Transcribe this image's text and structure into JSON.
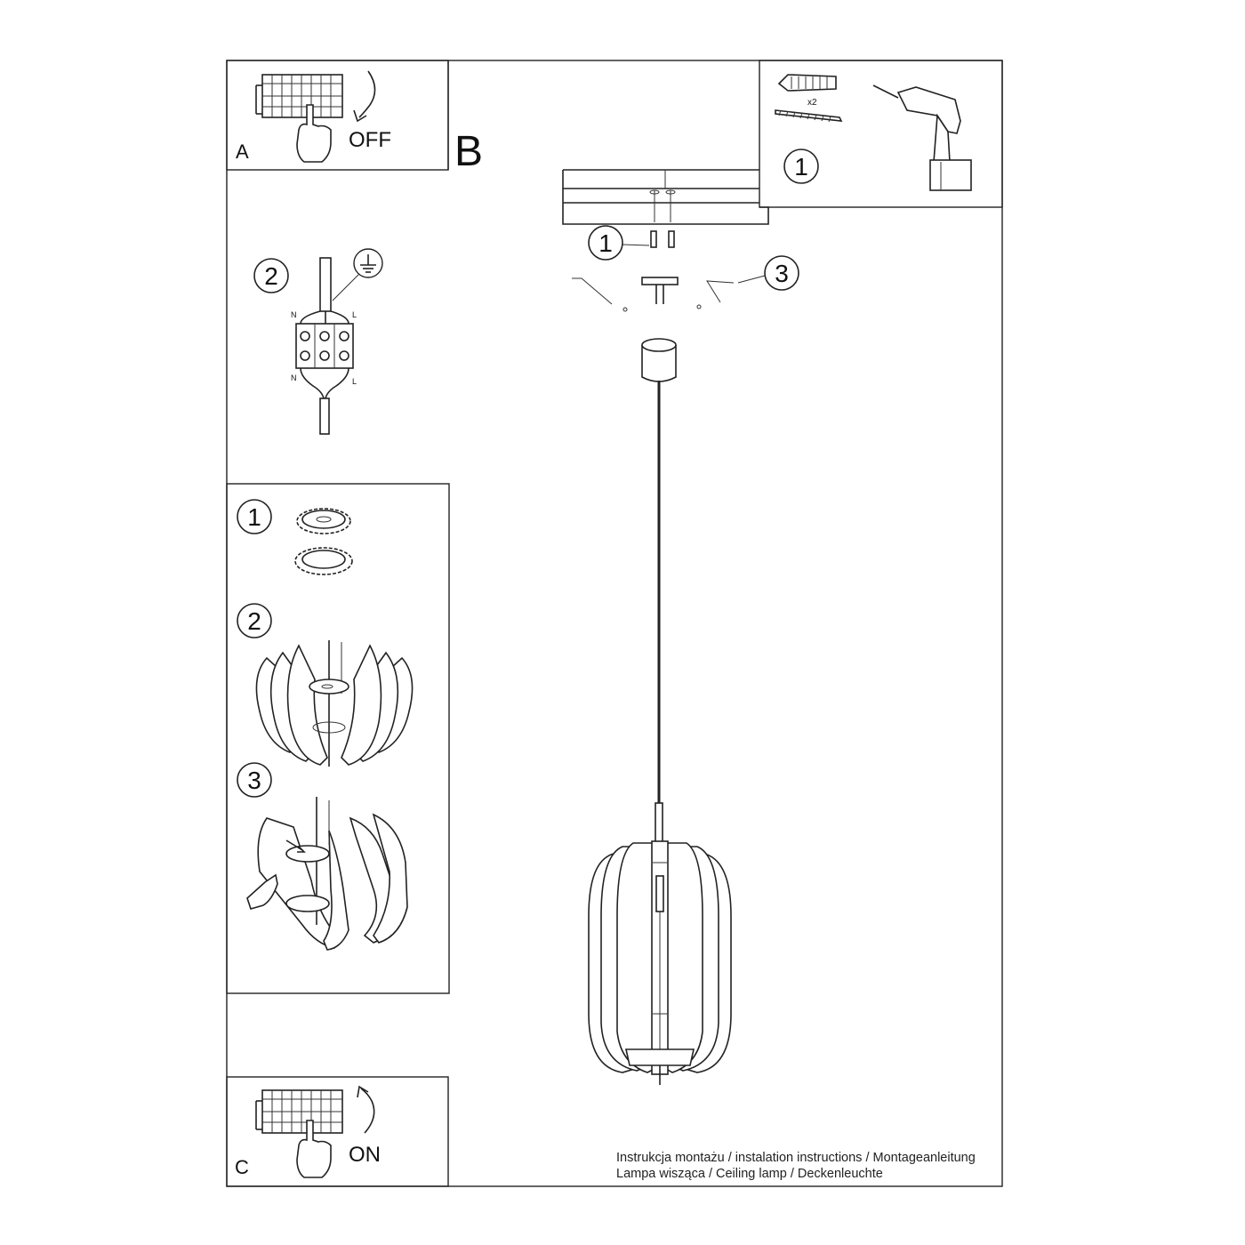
{
  "panels": {
    "a": {
      "letter": "A",
      "switch_label": "OFF"
    },
    "b": {
      "letter": "B"
    },
    "c": {
      "letter": "C",
      "switch_label": "ON"
    }
  },
  "tools": {
    "quantity": "x2",
    "step": "1"
  },
  "ceiling_steps": {
    "step1": "1",
    "step3": "3"
  },
  "wiring": {
    "step": "2",
    "terminal_labels": {
      "neutral": "N",
      "live": "L"
    }
  },
  "shade_steps": {
    "step1": "1",
    "step2": "2",
    "step3": "3"
  },
  "footer": {
    "line1": "Instrukcja montażu / instalation instructions / Montageanleitung",
    "line2": "Lampa wisząca / Ceiling lamp / Deckenleuchte"
  }
}
